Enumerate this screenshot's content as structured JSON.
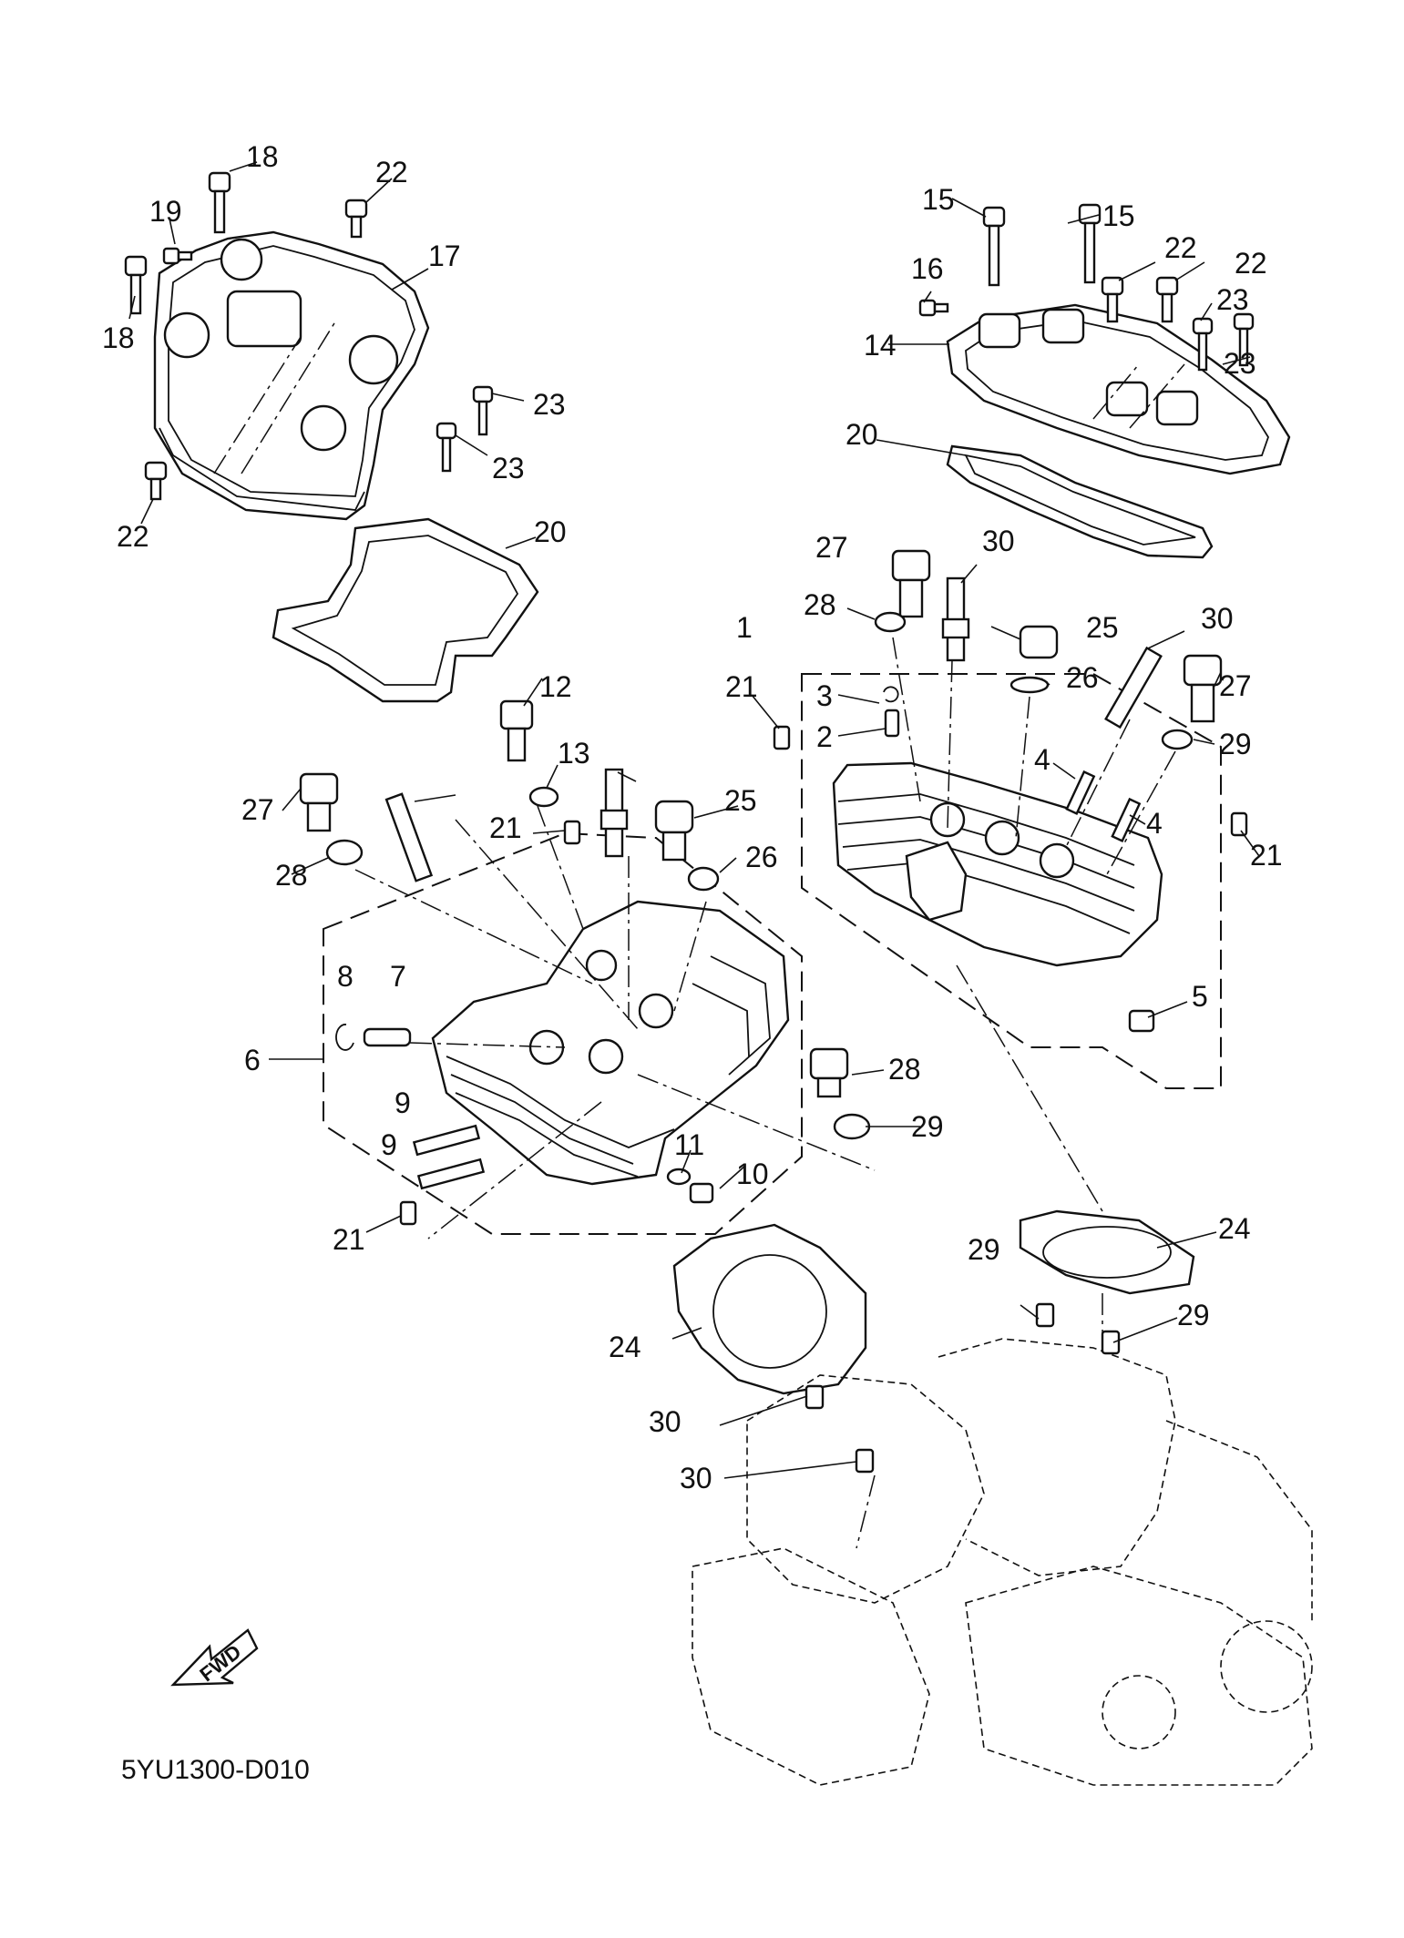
{
  "diagram": {
    "code": "5YU1300-D010",
    "fwd_label": "FWD",
    "callouts": [
      "1",
      "2",
      "3",
      "4",
      "4",
      "5",
      "6",
      "7",
      "8",
      "9",
      "9",
      "10",
      "11",
      "12",
      "13",
      "14",
      "15",
      "15",
      "16",
      "17",
      "18",
      "18",
      "19",
      "20",
      "20",
      "21",
      "21",
      "21",
      "21",
      "22",
      "22",
      "22",
      "22",
      "23",
      "23",
      "23",
      "23",
      "24",
      "24",
      "25",
      "25",
      "26",
      "26",
      "27",
      "27",
      "27",
      "28",
      "28",
      "28",
      "29",
      "29",
      "29",
      "29",
      "30",
      "30",
      "30",
      "30"
    ]
  }
}
